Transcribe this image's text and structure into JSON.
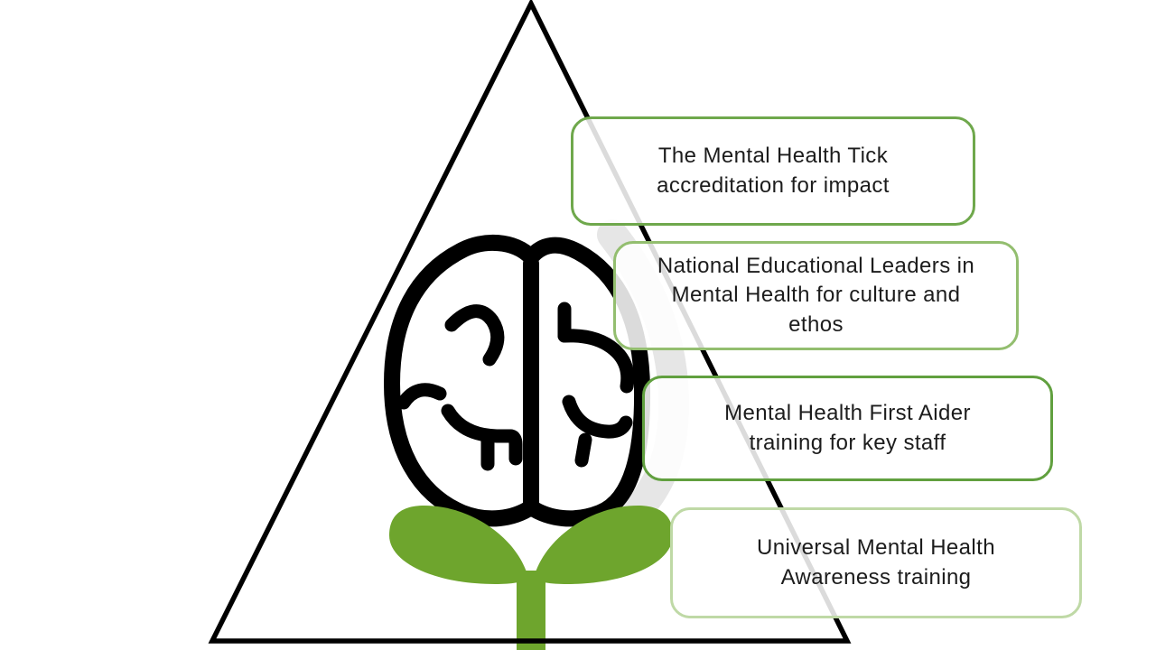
{
  "diagram": {
    "type": "pyramid-levels",
    "boxes": [
      {
        "label": "The Mental Health Tick accreditation for impact",
        "border_color": "#6FA84C"
      },
      {
        "label": "National Educational Leaders in Mental Health for culture and ethos",
        "border_color": "#93BE6F"
      },
      {
        "label": "Mental Health First Aider training for key staff",
        "border_color": "#61A03F"
      },
      {
        "label": "Universal Mental Health Awareness training",
        "border_color": "#BFD9A6"
      }
    ],
    "icons": [
      {
        "name": "pyramid-outline",
        "color": "#000000"
      },
      {
        "name": "brain-icon",
        "color": "#000000"
      },
      {
        "name": "sprout-plant-icon",
        "color": "#6EA52D"
      },
      {
        "name": "shadow-arc",
        "color": "#E6E6E6"
      }
    ],
    "colors": {
      "background": "#FFFFFF",
      "line_black": "#000000",
      "plant_green": "#6EA52D",
      "shadow_gray": "#E6E6E6",
      "text": "#1C1C1C"
    }
  }
}
